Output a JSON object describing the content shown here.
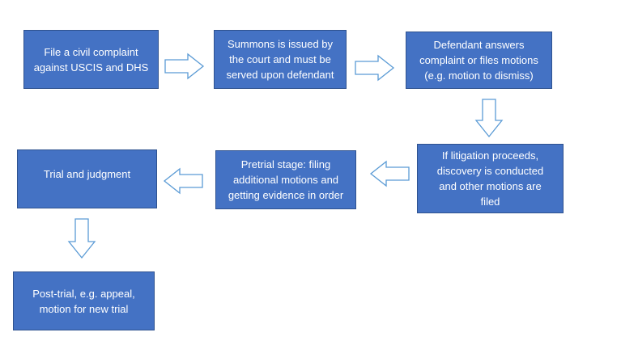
{
  "steps": {
    "s1": "File a civil complaint\nagainst USCIS and DHS",
    "s2": "Summons is issued by\nthe court and must be\nserved upon defendant",
    "s3": "Defendant answers\ncomplaint or files motions\n(e.g. motion to dismiss)",
    "s4": "If litigation proceeds,\ndiscovery is conducted\nand other motions are\nfiled",
    "s5": "Pretrial stage: filing\nadditional motions and\ngetting evidence in order",
    "s6": "Trial and judgment",
    "s7": "Post-trial, e.g. appeal,\nmotion for new trial"
  },
  "colors": {
    "box_fill": "#4472C4",
    "box_border": "#2F528F",
    "box_text": "#FFFFFF",
    "arrow_outline": "#5B9BD5",
    "background": "#FFFFFF"
  }
}
